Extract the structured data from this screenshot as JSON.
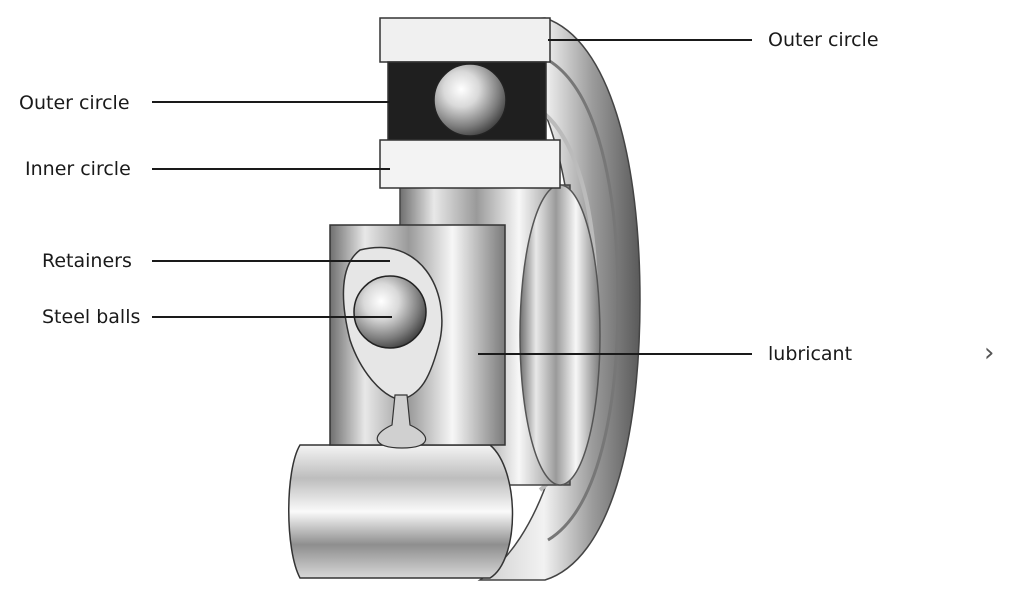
{
  "labels": {
    "outer_circle_right": "Outer circle",
    "outer_circle_left": "Outer circle",
    "inner_circle": "Inner circle",
    "retainers": "Retainers",
    "steel_balls": "Steel balls",
    "lubricant": "lubricant"
  },
  "nav": {
    "next_icon": "chevron-right-icon",
    "next_glyph": "›"
  }
}
